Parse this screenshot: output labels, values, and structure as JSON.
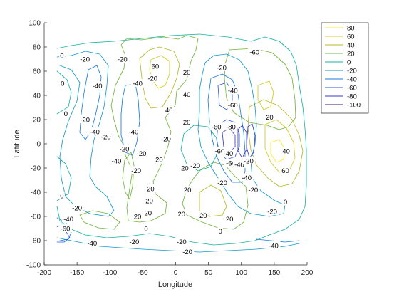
{
  "chart_data": {
    "type": "contour",
    "title": "",
    "xlabel": "Longitude",
    "ylabel": "Latitude",
    "xlim": [
      -200,
      200
    ],
    "ylim": [
      -100,
      100
    ],
    "xticks": [
      -200,
      -150,
      -100,
      -50,
      0,
      50,
      100,
      150,
      200
    ],
    "yticks": [
      -100,
      -80,
      -60,
      -40,
      -20,
      0,
      20,
      40,
      60,
      80,
      100
    ],
    "grid": false,
    "legend_position": "outside-top-right",
    "levels": [
      {
        "label": "80",
        "color": "#fde725"
      },
      {
        "label": "60",
        "color": "#d4c81a"
      },
      {
        "label": "40",
        "color": "#b5b82a"
      },
      {
        "label": "20",
        "color": "#73b33c"
      },
      {
        "label": "0",
        "color": "#17b1a1"
      },
      {
        "label": "-20",
        "color": "#1799c8"
      },
      {
        "label": "-40",
        "color": "#1a7bd9"
      },
      {
        "label": "-60",
        "color": "#2d58e0"
      },
      {
        "label": "-80",
        "color": "#3a3ac8"
      },
      {
        "label": "-100",
        "color": "#3b1f6b"
      }
    ],
    "contour_labels": [
      {
        "text": "0",
        "x": -173,
        "y": 73
      },
      {
        "text": "-20",
        "x": -138,
        "y": 70
      },
      {
        "text": "-20",
        "x": -81,
        "y": 70
      },
      {
        "text": "60",
        "x": -31,
        "y": 64
      },
      {
        "text": "20",
        "x": 17,
        "y": 59
      },
      {
        "text": "-20",
        "x": 70,
        "y": 63
      },
      {
        "text": "-60",
        "x": 120,
        "y": 76
      },
      {
        "text": "0",
        "x": -172,
        "y": 50
      },
      {
        "text": "-40",
        "x": -119,
        "y": 48
      },
      {
        "text": "-40",
        "x": -58,
        "y": 50
      },
      {
        "text": "-20",
        "x": -35,
        "y": 54
      },
      {
        "text": "40",
        "x": 17,
        "y": 41
      },
      {
        "text": "-40",
        "x": 87,
        "y": 44
      },
      {
        "text": "40",
        "x": -10,
        "y": 28
      },
      {
        "text": "-60",
        "x": 87,
        "y": 32
      },
      {
        "text": "0",
        "x": -167,
        "y": 25
      },
      {
        "text": "-20",
        "x": -138,
        "y": 20
      },
      {
        "text": "20",
        "x": 17,
        "y": 18
      },
      {
        "text": "-60",
        "x": 62,
        "y": 14
      },
      {
        "text": "-80",
        "x": 84,
        "y": 14
      },
      {
        "text": "20",
        "x": 143,
        "y": 22
      },
      {
        "text": "-40",
        "x": -123,
        "y": 10
      },
      {
        "text": "-40",
        "x": -64,
        "y": 10
      },
      {
        "text": "-20",
        "x": -106,
        "y": 6
      },
      {
        "text": "20",
        "x": -13,
        "y": 4
      },
      {
        "text": "-60",
        "x": 67,
        "y": -6
      },
      {
        "text": "-40",
        "x": 80,
        "y": -8
      },
      {
        "text": "40",
        "x": 168,
        "y": -6
      },
      {
        "text": "-20",
        "x": -78,
        "y": -4
      },
      {
        "text": "-20",
        "x": -52,
        "y": -8
      },
      {
        "text": "-40",
        "x": -90,
        "y": -14
      },
      {
        "text": "20",
        "x": -25,
        "y": -13
      },
      {
        "text": "-60",
        "x": 84,
        "y": -16
      },
      {
        "text": "-40",
        "x": 97,
        "y": -17
      },
      {
        "text": "-20",
        "x": 111,
        "y": -14
      },
      {
        "text": "-20",
        "x": 30,
        "y": -18
      },
      {
        "text": "60",
        "x": 167,
        "y": -22
      },
      {
        "text": "-20",
        "x": -60,
        "y": -22
      },
      {
        "text": "20",
        "x": 14,
        "y": -20
      },
      {
        "text": "-40",
        "x": 108,
        "y": -28
      },
      {
        "text": "-20",
        "x": 71,
        "y": -32
      },
      {
        "text": "20",
        "x": -38,
        "y": -37
      },
      {
        "text": "-20",
        "x": 118,
        "y": -38
      },
      {
        "text": "0",
        "x": -173,
        "y": -43
      },
      {
        "text": "20",
        "x": 18,
        "y": -38
      },
      {
        "text": "20",
        "x": -40,
        "y": -47
      },
      {
        "text": "0",
        "x": 167,
        "y": -48
      },
      {
        "text": "-20",
        "x": -150,
        "y": -53
      },
      {
        "text": "20",
        "x": -42,
        "y": -57
      },
      {
        "text": "20",
        "x": -58,
        "y": -60
      },
      {
        "text": "20",
        "x": 9,
        "y": -58
      },
      {
        "text": "20",
        "x": 42,
        "y": -59
      },
      {
        "text": "20",
        "x": 82,
        "y": -62
      },
      {
        "text": "-40",
        "x": -163,
        "y": -62
      },
      {
        "text": "-60",
        "x": -168,
        "y": -70
      },
      {
        "text": "0",
        "x": -45,
        "y": -70
      },
      {
        "text": "0",
        "x": 68,
        "y": -72
      },
      {
        "text": "-20",
        "x": 147,
        "y": -56
      },
      {
        "text": "-40",
        "x": -127,
        "y": -82
      },
      {
        "text": "-20",
        "x": -63,
        "y": -81
      },
      {
        "text": "-20",
        "x": 9,
        "y": -81
      },
      {
        "text": "-20",
        "x": 18,
        "y": -89
      },
      {
        "text": "-40",
        "x": 149,
        "y": -84
      }
    ]
  }
}
